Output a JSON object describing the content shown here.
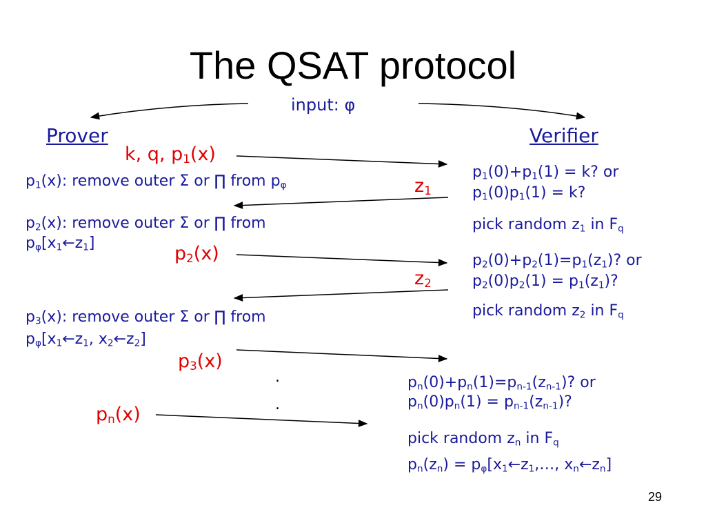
{
  "slide": {
    "title": "The QSAT protocol",
    "input_label": "input: φ",
    "prover_label": "Prover",
    "verifier_label": "Verifier",
    "page_number": "29",
    "dots": [
      ".",
      "."
    ]
  },
  "prover": {
    "lines": [
      "p1(x): remove outer Σ or ∏ from pφ",
      "p2(x): remove outer Σ or ∏ from pφ[x1←z1]",
      "p3(x): remove outer Σ or ∏ from pφ[x1←z1, x2←z2]"
    ]
  },
  "messages": [
    "k, q, p1(x)",
    "z1",
    "p2(x)",
    "z2",
    "p3(x)",
    "pn(x)"
  ],
  "verifier": {
    "lines": [
      "p1(0)+p1(1) = k? or",
      "p1(0)p1(1) = k?",
      "pick random z1 in Fq",
      "p2(0)+p2(1)=p1(z1)? or",
      "p2(0)p2(1) = p1(z1)?",
      "pick random z2 in Fq",
      "pn(0)+pn(1)=pn-1(zn-1)? or",
      "pn(0)pn(1) = pn-1(zn-1)?",
      "pick random zn in Fq",
      "pn(zn) = pφ[x1←z1,…, xn←zn]"
    ]
  },
  "colors": {
    "text_blue": "#1a1a9c",
    "text_red": "#e00000",
    "title": "#000000"
  }
}
